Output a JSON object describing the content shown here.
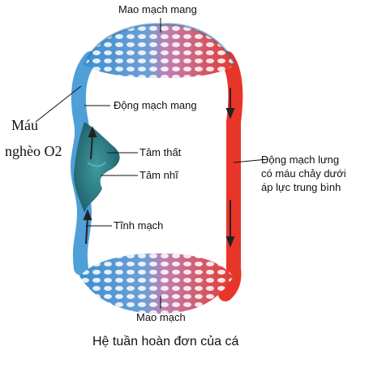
{
  "labels": {
    "gill_capillaries": "Mao mạch mang",
    "gill_artery": "Động mạch mang",
    "poor_o2_line1": "Máu",
    "poor_o2_line2": "nghèo O2",
    "ventricle": "Tâm thất",
    "atrium": "Tâm nhĩ",
    "vein": "Tĩnh mạch",
    "dorsal_aorta": [
      "Động mạch lưng",
      "có máu chảy dưới",
      "áp lực trung bình"
    ],
    "body_capillaries": "Mao mạch"
  },
  "caption": "Hệ tuần hoàn đơn của cá",
  "colors": {
    "deoxygenated": "#4f9fd8",
    "deoxygenated_dark": "#2a6fa8",
    "oxygenated": "#e8352a",
    "heart": "#2f7e86",
    "arrow": "#222222"
  }
}
